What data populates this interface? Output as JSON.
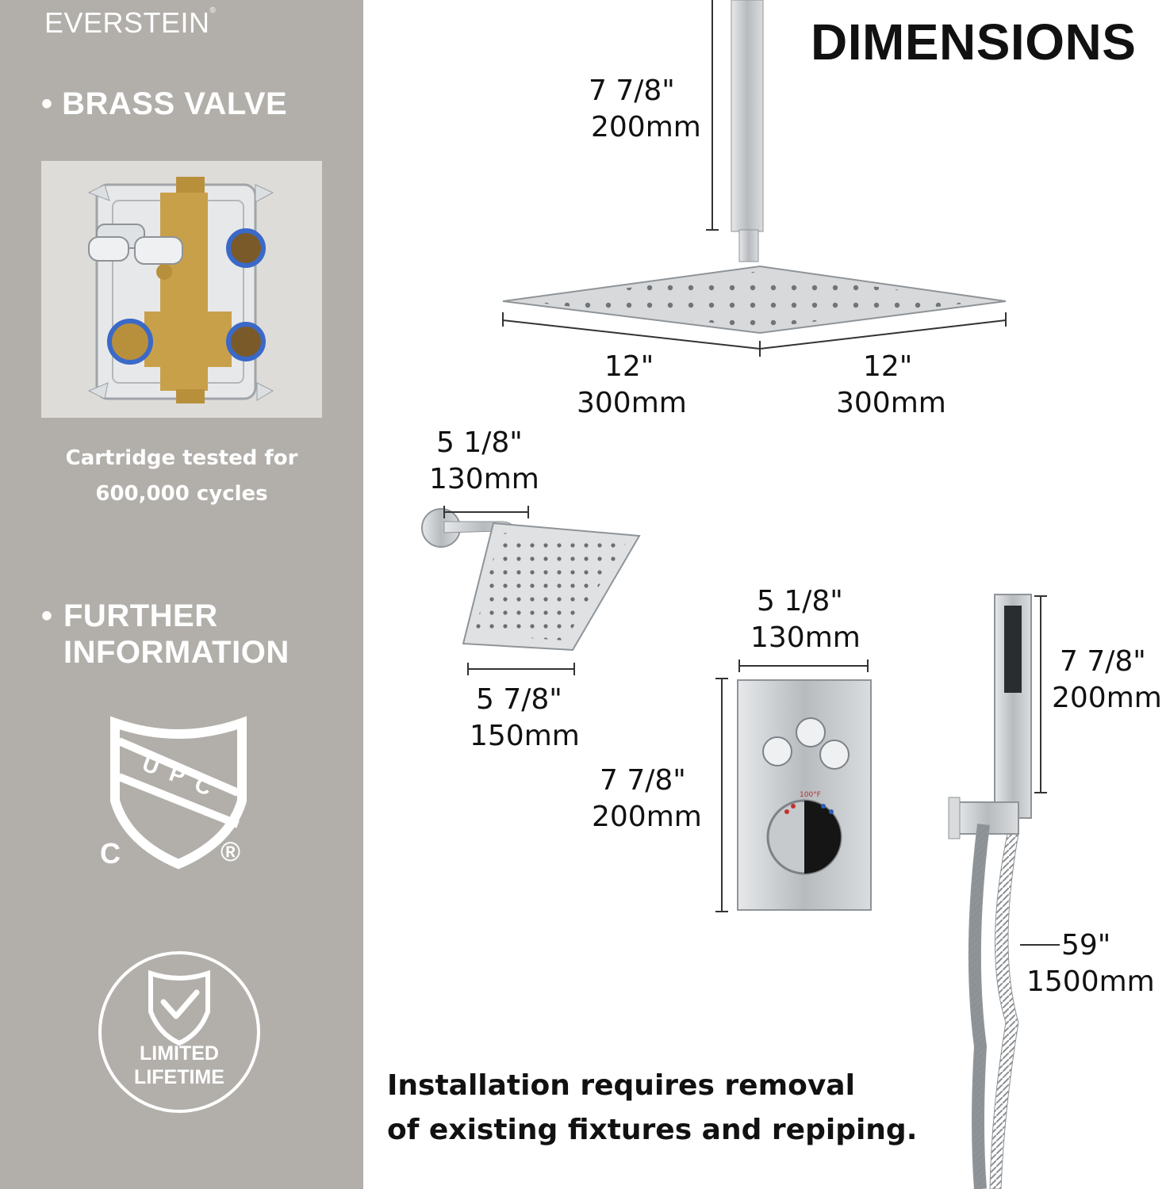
{
  "brand": {
    "name": "EVERSTEIN",
    "mark": "®"
  },
  "sidebar": {
    "section1": {
      "bullet": "•",
      "title": "BRASS VALVE"
    },
    "valve_caption": [
      "Cartridge tested for",
      "600,000 cycles"
    ],
    "section2": {
      "bullet": "•",
      "title_lines": [
        "FURTHER",
        "INFORMATION"
      ]
    },
    "cert": {
      "letters": [
        "U",
        "P",
        "C"
      ],
      "left": "C",
      "right": "®"
    },
    "warranty": {
      "lines": [
        "LIMITED",
        "LIFETIME"
      ]
    }
  },
  "main": {
    "title": "DIMENSIONS",
    "rain_arm": {
      "inch": "7 7/8\"",
      "mm": "200mm"
    },
    "rain_left": {
      "inch": "12\"",
      "mm": "300mm"
    },
    "rain_right": {
      "inch": "12\"",
      "mm": "300mm"
    },
    "wall_arm": {
      "inch": "5 1/8\"",
      "mm": "130mm"
    },
    "wall_head": {
      "inch": "5 7/8\"",
      "mm": "150mm"
    },
    "valve_width": {
      "inch": "5 1/8\"",
      "mm": "130mm"
    },
    "valve_height": {
      "inch": "7 7/8\"",
      "mm": "200mm"
    },
    "handheld": {
      "inch": "7 7/8\"",
      "mm": "200mm"
    },
    "hose": {
      "inch": "59\"",
      "mm": "1500mm"
    },
    "valve_temp": "100°F",
    "note": [
      "Installation requires removal",
      "of existing fixtures and repiping."
    ]
  },
  "colors": {
    "sidebar": "#b2afaa",
    "chrome": "#c9cbcd",
    "brass": "#c9a04a",
    "text": "#111111"
  }
}
